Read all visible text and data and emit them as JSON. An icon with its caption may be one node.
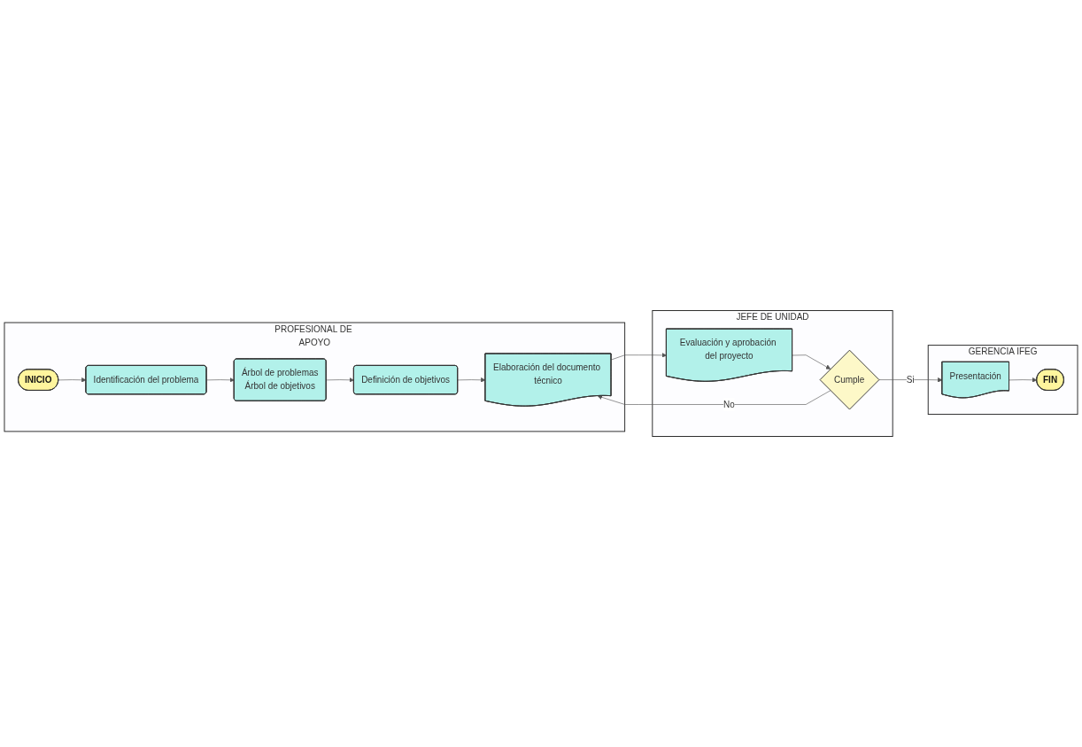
{
  "diagram": {
    "nodes": [
      {
        "text": [
          "PROFESIONAL DE APOYO"
        ]
      },
      {
        "text": [
          "JEFE DE UNIDAD"
        ]
      },
      {
        "text": [
          "GERENCIA IFEG"
        ]
      },
      {
        "text": [
          "INICIO"
        ],
        "in": 0
      },
      {
        "text": [
          "Identificación del problema"
        ],
        "in": 0
      },
      {
        "text": [
          "Árbol de problemas",
          "Árbol de objetivos"
        ],
        "in": 0
      },
      {
        "text": [
          "Definición de objetivos"
        ],
        "in": 0
      },
      {
        "text": [
          "Elaboración del documento técnico"
        ],
        "in": 0
      },
      {
        "text": [
          "Evaluación y aprobación del proyecto"
        ],
        "in": 1
      },
      {
        "text": [
          "Cumple"
        ],
        "in": 1
      },
      {
        "text": [
          "Presentación"
        ],
        "in": 2
      },
      {
        "text": [
          "FIN"
        ],
        "in": 2
      }
    ],
    "edges": [
      {
        "from": 3,
        "to": 4,
        "arrow": "to"
      },
      {
        "from": 4,
        "to": 5,
        "arrow": "to"
      },
      {
        "from": 5,
        "to": 6,
        "arrow": "to"
      },
      {
        "from": 6,
        "to": 7,
        "arrow": "to"
      },
      {
        "from": 7,
        "to": 8,
        "arrow": "to"
      },
      {
        "from": 8,
        "to": 9,
        "arrow": "to"
      },
      {
        "from": 9,
        "to": 10,
        "label": "Si",
        "arrow": "to"
      },
      {
        "from": 9,
        "to": 7,
        "label": "No",
        "arrow": "to"
      },
      {
        "from": 10,
        "to": 11,
        "arrow": "to"
      }
    ]
  }
}
